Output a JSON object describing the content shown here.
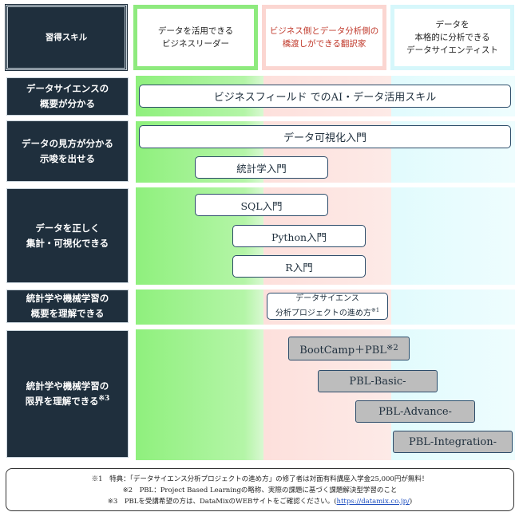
{
  "header": {
    "skill": "習得スキル",
    "green": "データを活用できる\nビジネスリーダー",
    "pink": "ビジネス側とデータ分析側の\n橋渡しができる翻訳家",
    "cyan": "データを\n本格的に分析できる\nデータサイエンティスト"
  },
  "rows": [
    {
      "label": "データサイエンスの\n概要が分かる"
    },
    {
      "label": "データの見方が分かる\n示唆を出せる"
    },
    {
      "label": "データを正しく\n集計・可視化できる"
    },
    {
      "label": "統計学や機械学習の\n概要を理解できる"
    },
    {
      "label": "統計学や機械学習の\n限界を理解できる",
      "note": "※3"
    }
  ],
  "courses": {
    "business_field": "ビジネスフィールド でのAI・データ活用スキル",
    "data_visualization": "データ可視化入門",
    "statistics": "統計学入門",
    "sql": "SQL入門",
    "python": "Python入門",
    "r": "R入門",
    "ds_project": "データサイエンス\n分析プロジェクトの進め方",
    "ds_project_note": "※1",
    "bootcamp": "BootCamp＋PBL",
    "bootcamp_note": "※2",
    "pbl_basic": "PBL-Basic-",
    "pbl_advance": "PBL-Advance-",
    "pbl_integration": "PBL-Integration-"
  },
  "footer": {
    "note1": "※1　特典：「データサイエンス分析プロジェクトの進め方」の修了者は対面有料講座入学金25,000円が無料！",
    "note2": "※2　PBL：Project Based Learningの略称、実際の課題に基づく課題解決型学習のこと",
    "note3_prefix": "※3　PBLを受講希望の方は、DataMixのWEBサイトをご確認ください。(",
    "note3_link": "https://datamix.co.jp/",
    "note3_suffix": ")"
  },
  "colors": {
    "navy": "#1f2f3d",
    "green": "#8ff07d",
    "pink": "#fde0dc",
    "cyan": "#e1fbfd",
    "pbl_gray": "#bdbdbd"
  }
}
